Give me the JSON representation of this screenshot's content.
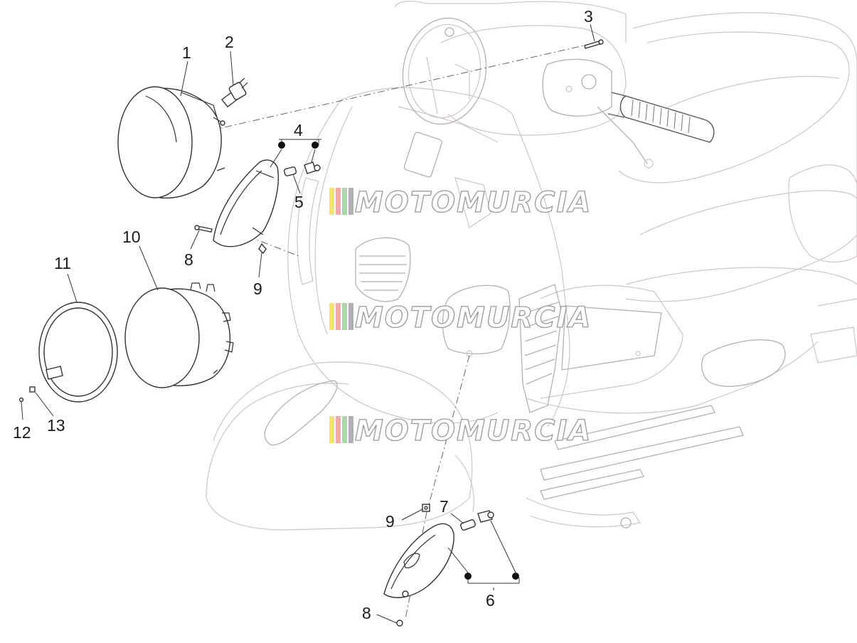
{
  "diagram": {
    "type": "exploded-parts-diagram",
    "callouts": [
      {
        "id": "1",
        "label": "1"
      },
      {
        "id": "2",
        "label": "2"
      },
      {
        "id": "3",
        "label": "3"
      },
      {
        "id": "4",
        "label": "4"
      },
      {
        "id": "5",
        "label": "5"
      },
      {
        "id": "8a",
        "label": "8"
      },
      {
        "id": "9a",
        "label": "9"
      },
      {
        "id": "10",
        "label": "10"
      },
      {
        "id": "11",
        "label": "11"
      },
      {
        "id": "12",
        "label": "12"
      },
      {
        "id": "13",
        "label": "13"
      },
      {
        "id": "9b",
        "label": "9"
      },
      {
        "id": "7",
        "label": "7"
      },
      {
        "id": "6",
        "label": "6"
      },
      {
        "id": "8b",
        "label": "8"
      }
    ],
    "watermark": {
      "text": "MOTOMURCIA",
      "stripe_colors": [
        "#f3e36a",
        "#f2a9a9",
        "#a8d8a8",
        "#b0b0b0"
      ],
      "repeat_count": 3
    },
    "colors": {
      "background": "#ffffff",
      "ghost_outline": "#cfc4c6",
      "part_outline": "#333333",
      "callout_text": "#1a1a1a"
    }
  }
}
